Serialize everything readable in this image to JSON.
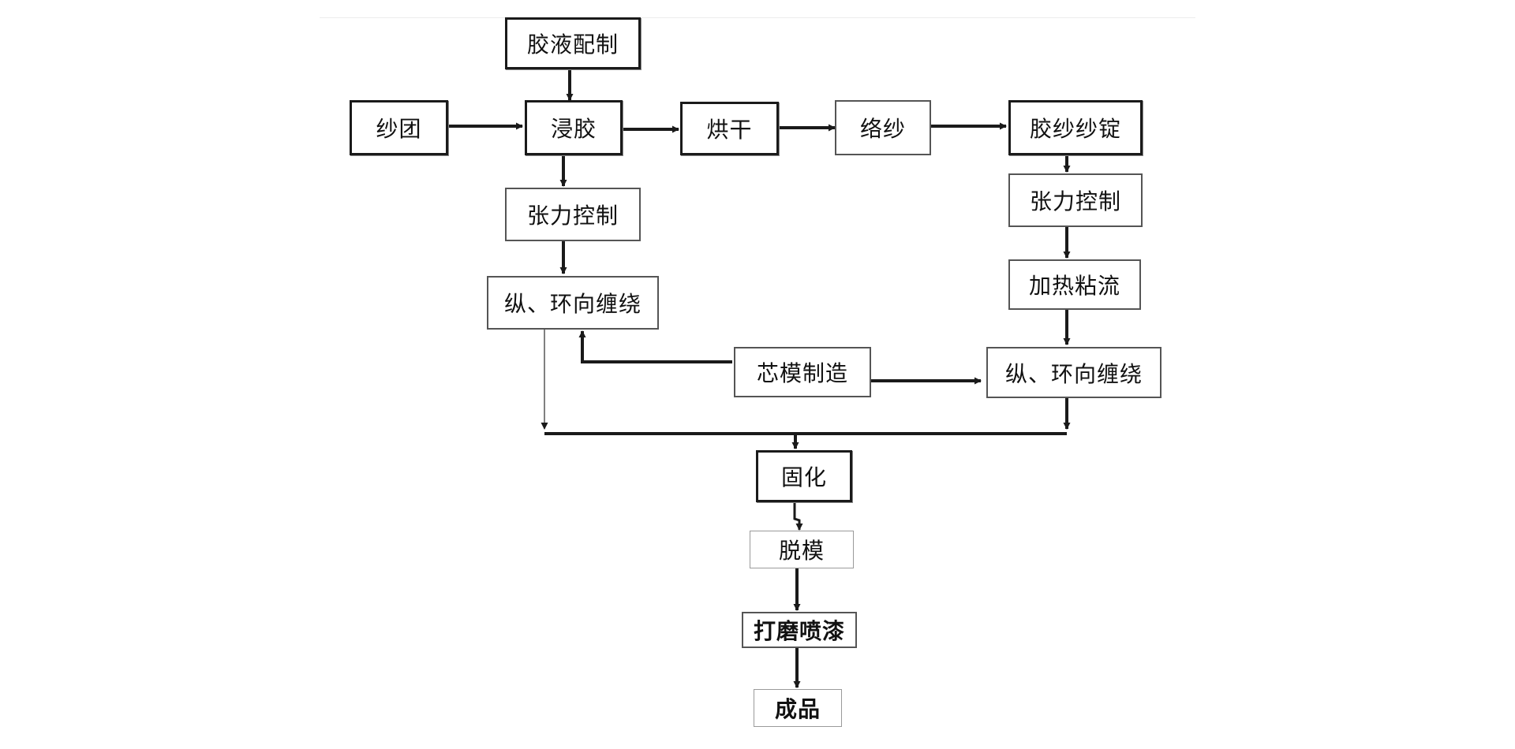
{
  "flowchart": {
    "nodes": {
      "glue_prep": "胶液配制",
      "yarn_ball": "纱团",
      "dip_glue": "浸胶",
      "drying": "烘干",
      "winding_yarn": "络纱",
      "glue_yarn_spindle": "胶纱纱锭",
      "tension_control_left": "张力控制",
      "wind_left": "纵、环向缠绕",
      "tension_control_right": "张力控制",
      "heat_flow": "加热粘流",
      "mandrel_making": "芯模制造",
      "wind_right": "纵、环向缠绕",
      "curing": "固化",
      "demold": "脱模",
      "grind_spray": "打磨喷漆",
      "product": "成品"
    },
    "line_color": "#1a1a1a"
  }
}
